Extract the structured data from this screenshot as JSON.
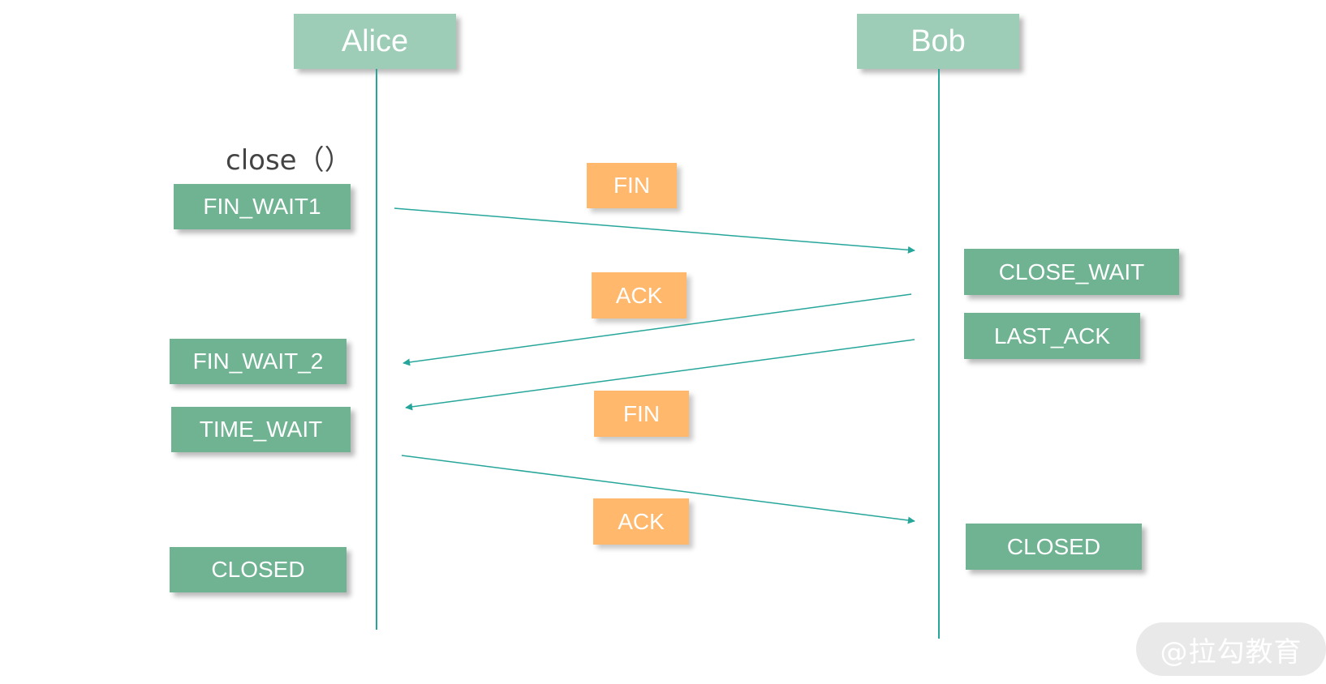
{
  "actors": {
    "alice": "Alice",
    "bob": "Bob"
  },
  "call": "close（）",
  "alice_states": {
    "fin_wait1": "FIN_WAIT1",
    "fin_wait_2": "FIN_WAIT_2",
    "time_wait": "TIME_WAIT",
    "closed": "CLOSED"
  },
  "bob_states": {
    "close_wait": "CLOSE_WAIT",
    "last_ack": "LAST_ACK",
    "closed": "CLOSED"
  },
  "messages": [
    {
      "label": "FIN",
      "from": "Alice",
      "to": "Bob"
    },
    {
      "label": "ACK",
      "from": "Bob",
      "to": "Alice"
    },
    {
      "label": "FIN",
      "from": "Bob",
      "to": "Alice"
    },
    {
      "label": "ACK",
      "from": "Alice",
      "to": "Bob"
    }
  ],
  "watermark": "@拉勾教育",
  "colors": {
    "actor": "#9dcdb7",
    "state": "#6fb392",
    "message": "#ffb86c",
    "arrow": "#26a69a"
  }
}
